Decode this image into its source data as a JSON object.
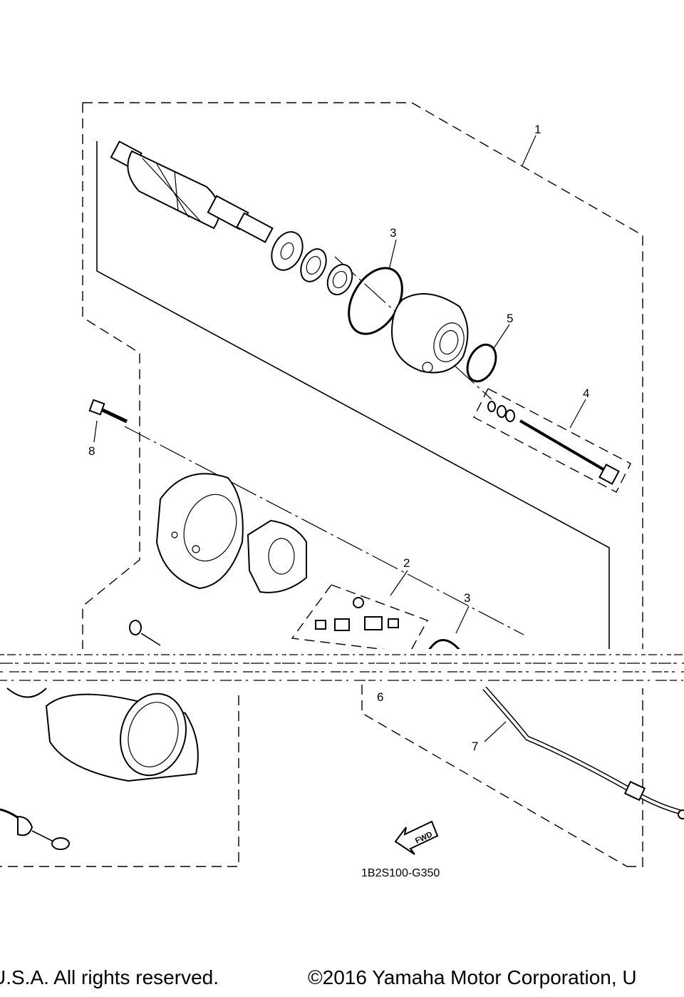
{
  "diagram": {
    "callouts": [
      "1",
      "2",
      "3",
      "4",
      "5",
      "8",
      "3",
      "6",
      "7"
    ],
    "diagram_code": "1B2S100-G350",
    "fwd_label": "FWD"
  },
  "footer": {
    "copyright_left": "U.S.A. All rights reserved.",
    "copyright_right": "©2016 Yamaha Motor Corporation, U"
  }
}
